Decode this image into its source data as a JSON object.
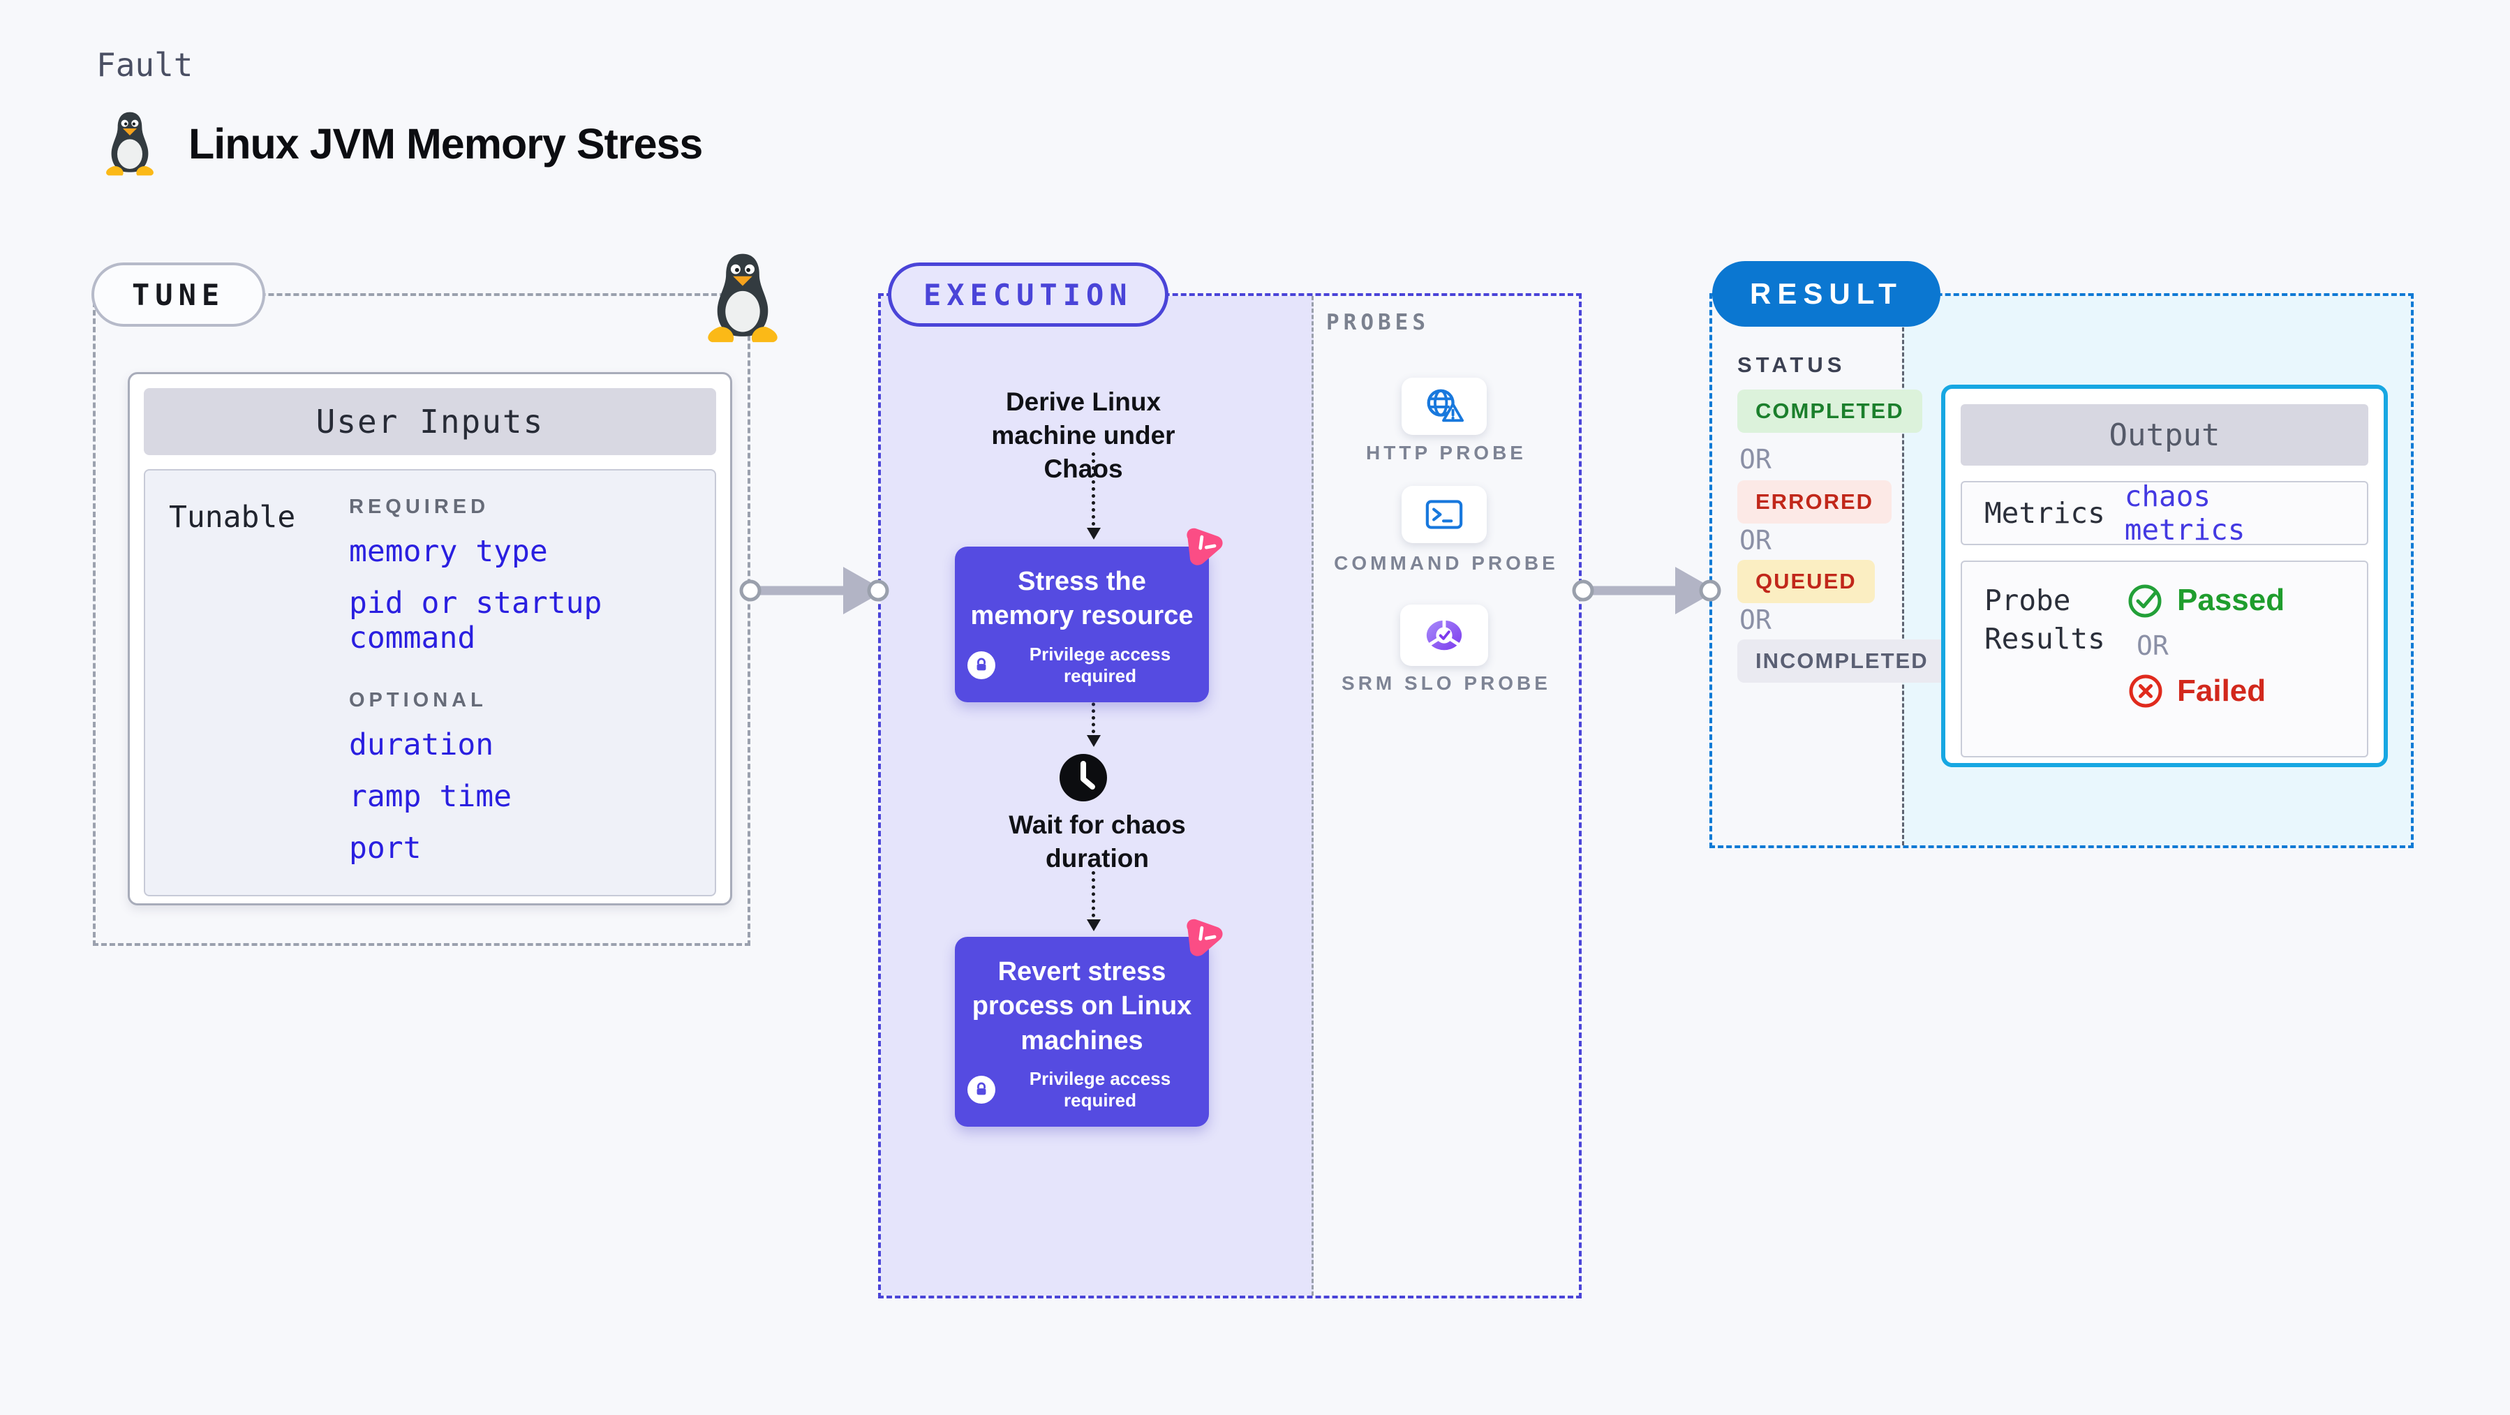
{
  "header": {
    "eyebrow": "Fault",
    "title": "Linux JVM Memory Stress"
  },
  "tune": {
    "badge": "TUNE",
    "user_inputs": {
      "title": "User Inputs",
      "row_label": "Tunable",
      "required_label": "REQUIRED",
      "required_params": [
        "memory type",
        "pid or startup command"
      ],
      "optional_label": "OPTIONAL",
      "optional_params": [
        "duration",
        "ramp time",
        "port"
      ]
    }
  },
  "execution": {
    "badge": "EXECUTION",
    "derive_label": "Derive Linux machine under Chaos",
    "stress_action": {
      "label": "Stress the memory resource",
      "note": "Privilege access required"
    },
    "wait_label": "Wait for chaos duration",
    "revert_action": {
      "label": "Revert stress process on Linux machines",
      "note": "Privilege access required"
    }
  },
  "probes": {
    "label": "PROBES",
    "items": [
      {
        "label": "HTTP PROBE",
        "icon": "globe-alert-icon"
      },
      {
        "label": "COMMAND PROBE",
        "icon": "terminal-icon"
      },
      {
        "label": "SRM SLO PROBE",
        "icon": "slo-donut-icon"
      }
    ]
  },
  "result": {
    "badge": "RESULT",
    "status": {
      "label": "STATUS",
      "or_label": "OR",
      "states": [
        {
          "label": "COMPLETED",
          "bg": "#dcf2db",
          "color": "#1b7f2c"
        },
        {
          "label": "ERRORED",
          "bg": "#fce9e6",
          "color": "#c1271a"
        },
        {
          "label": "QUEUED",
          "bg": "#fbeec2",
          "color": "#c1271a"
        },
        {
          "label": "INCOMPLETED",
          "bg": "#eaeaf1",
          "color": "#5a5f73"
        }
      ]
    },
    "output": {
      "title": "Output",
      "metrics_label": "Metrics",
      "metrics_value": "chaos metrics",
      "probe_results_label": "Probe Results",
      "passed_label": "Passed",
      "or_label": "OR",
      "failed_label": "Failed"
    }
  },
  "colors": {
    "action_purple": "#554be1",
    "link_blue": "#2a1fe0",
    "execution_accent": "#4a44d8",
    "result_accent": "#0b77d1",
    "output_border": "#17a7e2",
    "chaos_pink": "#fb4d85",
    "passed_green": "#1f9d2d",
    "failed_red": "#d2281c"
  }
}
